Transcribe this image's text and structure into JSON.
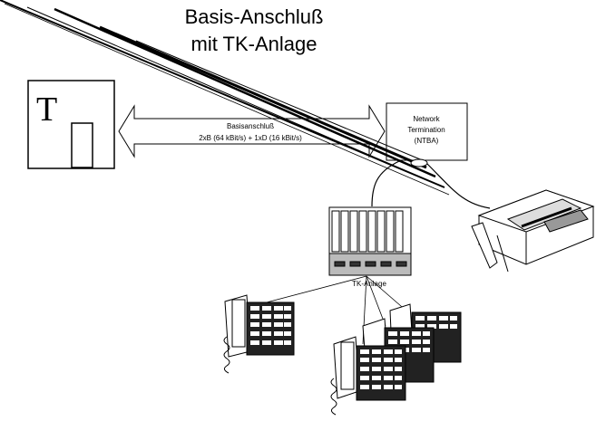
{
  "title": {
    "line1": "Basis-Anschluß",
    "line2": "mit TK-Anlage"
  },
  "connection": {
    "label_line1": "Basisanschluß",
    "label_line2": "2xB (64 kBit/s) + 1xD (16 kBit/s)"
  },
  "ntba": {
    "line1": "Network",
    "line2": "Termination",
    "line3": "(NTBA)"
  },
  "tk_anlage": {
    "label": "TK-Anlage"
  },
  "logo": {
    "letter": "T"
  }
}
